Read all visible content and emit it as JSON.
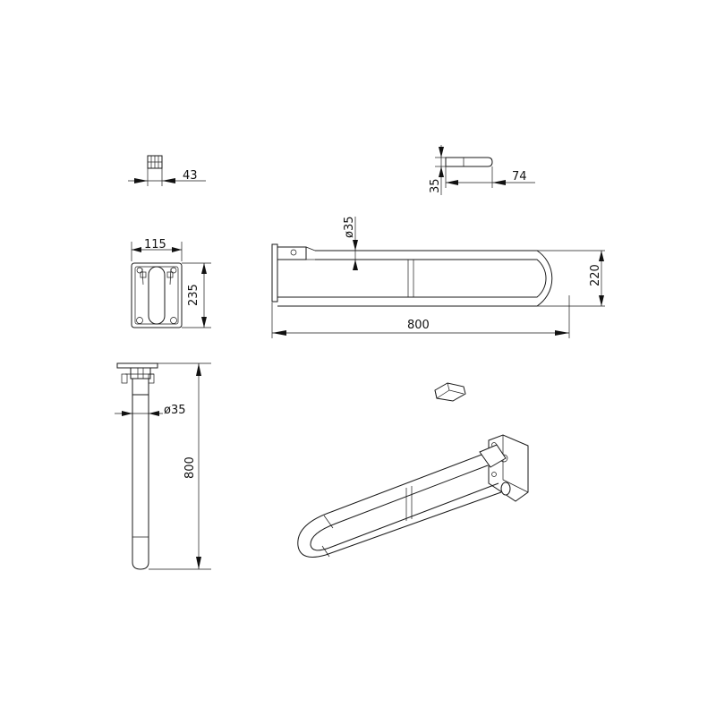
{
  "dimensions": {
    "clip_width": "43",
    "clip_side_width": "74",
    "clip_side_height": "35",
    "tube_diameter_top": "ø35",
    "bar_height": "220",
    "bar_length": "800",
    "plate_width": "115",
    "plate_height": "235",
    "tube_diameter_side": "ø35",
    "side_length": "800"
  }
}
